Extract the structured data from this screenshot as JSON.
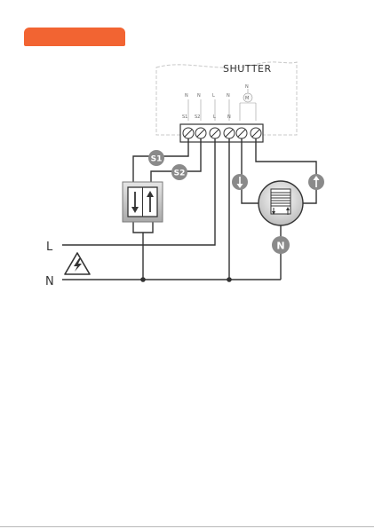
{
  "device": {
    "title": "SHUTTER",
    "terminals": [
      "S1",
      "S2",
      "L",
      "N",
      "",
      ""
    ],
    "terminal_top": [
      "N",
      "N",
      "L",
      "N",
      "",
      "N"
    ],
    "motor_symbol": "M"
  },
  "badges": {
    "s1": "S1",
    "s2": "S2",
    "neutral": "N"
  },
  "lines": {
    "live": "L",
    "neutral": "N"
  },
  "warning_symbol": "⚡",
  "colors": {
    "accent": "#f26432",
    "badge": "#8a8a8a",
    "wire": "#333333",
    "device_outline": "#c8c8c8"
  }
}
